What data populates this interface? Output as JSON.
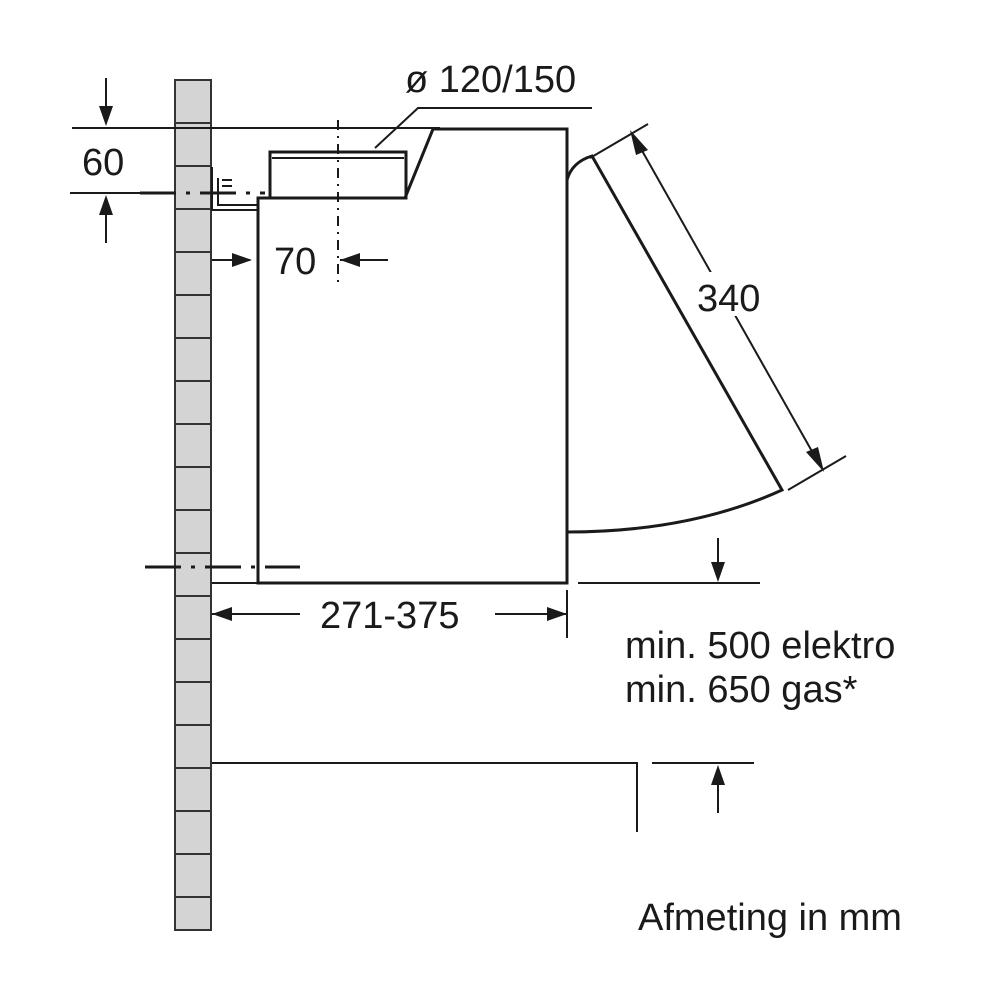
{
  "diagram": {
    "colors": {
      "line": "#1a1a1a",
      "wall_fill": "#d4d4d4",
      "wall_stroke": "#333333",
      "background": "#ffffff"
    },
    "labels": {
      "duct_diameter": "ø 120/150",
      "top_offset": "60",
      "duct_offset": "70",
      "visor_length": "340",
      "depth_range": "271-375",
      "min_height_electric": "min. 500 elektro",
      "min_height_gas": "min. 650 gas*",
      "units_note": "Afmeting in mm"
    }
  }
}
